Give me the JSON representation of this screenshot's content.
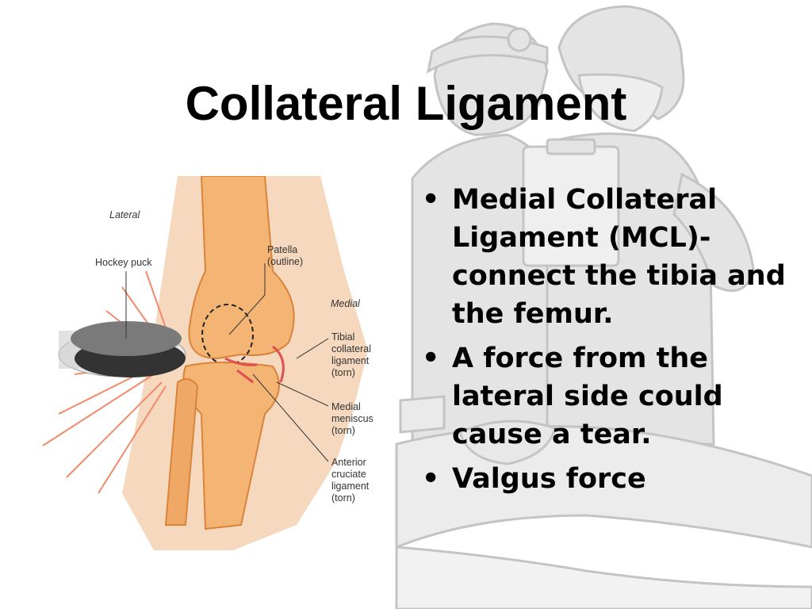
{
  "slide": {
    "title": "Collateral Ligament",
    "bullets": [
      "Medial Collateral Ligament (MCL)- connect the tibia and the femur.",
      "A force from the lateral side could cause a tear.",
      "Valgus force"
    ]
  },
  "figure": {
    "labels": {
      "lateral": "Lateral",
      "hockey_puck": "Hockey puck",
      "patella": "Patella\n(outline)",
      "medial": "Medial",
      "tibial_collateral": "Tibial\ncollateral\nligament\n(torn)",
      "medial_meniscus": "Medial\nmeniscus\n(torn)",
      "acl": "Anterior\ncruciate\nligament\n(torn)"
    }
  },
  "colors": {
    "background": "#ffffff",
    "text": "#000000",
    "watermark": "#d9d9d9",
    "bone": "#f0b070",
    "bone_dark": "#d9843a",
    "skin": "#f6d2b4",
    "impact_lines": "#f08a6a"
  }
}
